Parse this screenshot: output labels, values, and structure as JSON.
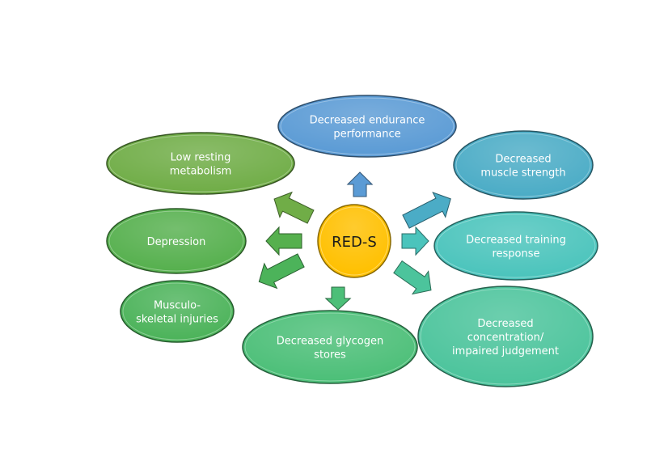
{
  "diagram": {
    "center": {
      "label": "RED-S",
      "color": "#FFC000"
    },
    "nodes": [
      {
        "id": "endurance",
        "lines": [
          "Decreased endurance",
          "performance"
        ],
        "color": "#5B9BD5"
      },
      {
        "id": "muscle-strength",
        "lines": [
          "Decreased",
          "muscle strength"
        ],
        "color": "#4BACC6"
      },
      {
        "id": "training-response",
        "lines": [
          "Decreased training",
          "response"
        ],
        "color": "#4BC4BC"
      },
      {
        "id": "concentration",
        "lines": [
          "Decreased",
          "concentration/",
          "impaired judgement"
        ],
        "color": "#4CC49C"
      },
      {
        "id": "glycogen",
        "lines": [
          "Decreased glycogen",
          "stores"
        ],
        "color": "#4CBF78"
      },
      {
        "id": "musculoskeletal",
        "lines": [
          "Musculo-",
          "skeletal injuries"
        ],
        "color": "#4CB35A"
      },
      {
        "id": "depression",
        "lines": [
          "Depression"
        ],
        "color": "#56B04E"
      },
      {
        "id": "low-metabolism",
        "lines": [
          "Low resting",
          "metabolism"
        ],
        "color": "#70AD47"
      }
    ]
  }
}
